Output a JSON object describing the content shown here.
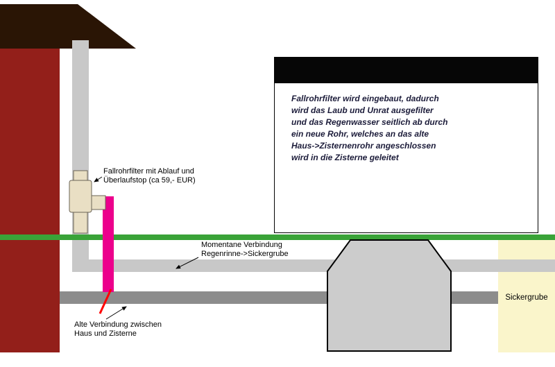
{
  "diagram": {
    "labels": {
      "filter": [
        "Fallrohrfilter mit Ablauf und",
        "Überlaufstop (ca 59,- EUR)"
      ],
      "current_connection": [
        "Momentane Verbindung",
        "Regenrinne->Sickergrube"
      ],
      "old_connection": [
        "Alte Verbindung zwischen",
        "Haus und Zisterne"
      ],
      "sickergrube": "Sickergrube"
    },
    "infobox": {
      "lines": [
        "Fallrohrfilter wird eingebaut, dadurch",
        "wird das Laub und Unrat ausgefilter",
        "und das Regenwasser seitlich ab durch",
        "ein neue Rohr, welches an das alte",
        "Haus->Zisternenrohr angeschlossen",
        "wird in die Zisterne geleitet"
      ]
    },
    "colors": {
      "wall": "#931f1a",
      "roof": "#2a1505",
      "pipe_light": "#c8c8c8",
      "pipe_dark": "#8c8c8c",
      "green_line": "#3aa338",
      "magenta_pipe": "#ec008c",
      "red_cut": "#ff0000",
      "sickergrube_fill": "#faf5cb",
      "cistern_fill": "#cccccc",
      "filter_fill": "#e9dfc4",
      "infobox_text": "#1c1c3a"
    }
  }
}
